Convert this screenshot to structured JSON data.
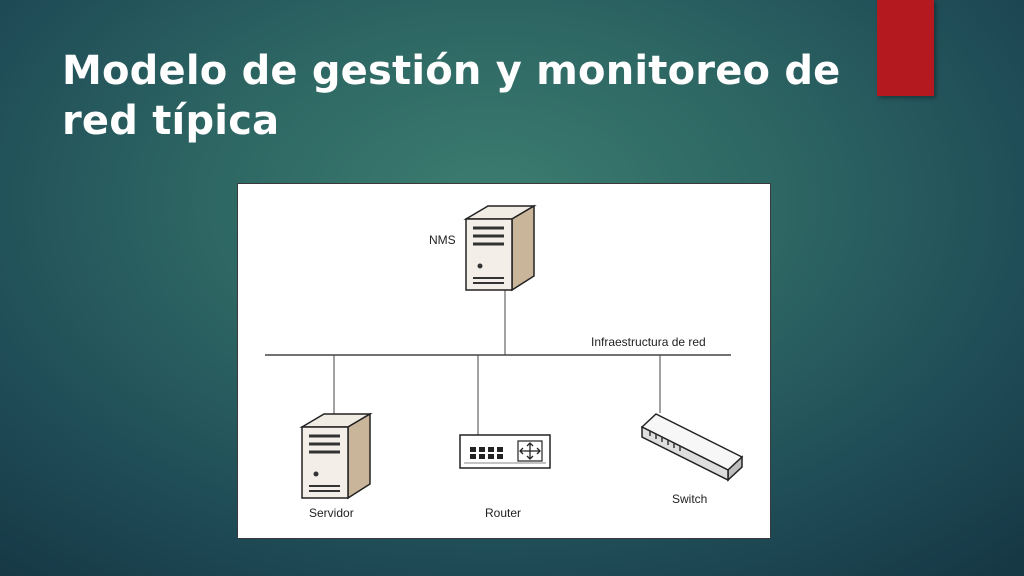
{
  "slide": {
    "title": "Modelo de gestión y monitoreo de red típica"
  },
  "diagram": {
    "nms_label": "NMS",
    "infra_label": "Infraestructura de red",
    "server_label": "Servidor",
    "router_label": "Router",
    "switch_label": "Switch"
  },
  "colors": {
    "accent": "#b3191e",
    "background": "#2d6663",
    "panel": "#ffffff"
  }
}
